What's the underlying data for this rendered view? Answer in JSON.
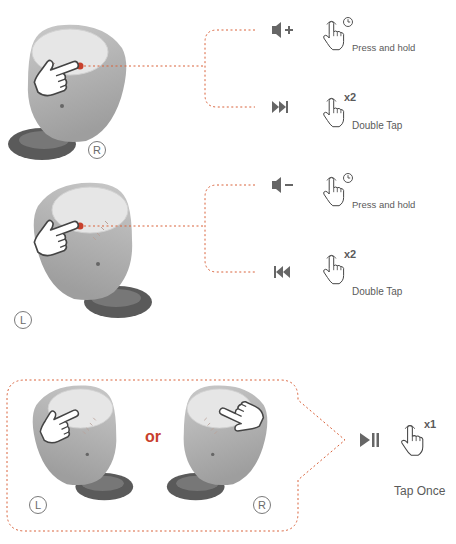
{
  "diagram": {
    "nodes": [
      {
        "text": [
          "R"
        ]
      },
      {
        "text": [
          "L"
        ]
      },
      {
        "text": [
          "or"
        ]
      },
      {
        "text": [
          "L"
        ],
        "in": 2
      },
      {
        "text": [
          "R"
        ],
        "in": 2
      }
    ],
    "labels": [
      "Press and hold",
      "x2",
      "Double Tap",
      "Press and hold",
      "x2",
      "Double Tap",
      "x1",
      "Tap Once"
    ]
  }
}
